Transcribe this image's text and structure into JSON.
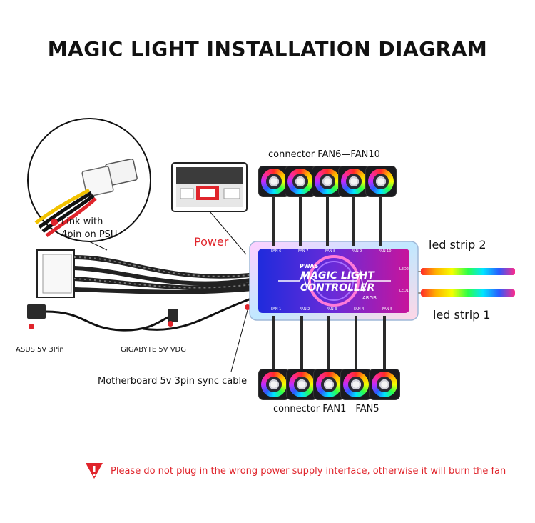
{
  "title": "MAGIC LIGHT INSTALLATION DIAGRAM",
  "labels": {
    "link_line1": "Link with",
    "link_line2": "4pin on PSU",
    "power": "Power",
    "connector_top": "connector  FAN6—FAN10",
    "connector_bottom": "connector  FAN1—FAN5",
    "led_strip_2": "led strip 2",
    "led_strip_1": "led strip 1",
    "asus": "ASUS 5V 3Pin",
    "gigabyte": "GIGABYTE 5V  VDG",
    "motherboard": "Motherboard 5v 3pin sync cable",
    "warning": "Please do not plug in the wrong power supply interface, otherwise it will burn the fan"
  },
  "controller": {
    "brand": "PWAS",
    "name_line1": "MAGIC LIGHT",
    "name_line2": "CONTROLLER",
    "model": "ARGB",
    "top_ports": [
      "FAN 6",
      "FAN 7",
      "FAN 8",
      "FAN 9",
      "FAN 10"
    ],
    "bottom_ports": [
      "FAN 1",
      "FAN 2",
      "FAN 3",
      "FAN 4",
      "FAN 5"
    ],
    "led_ports": [
      "LED2",
      "LED1"
    ]
  },
  "colors": {
    "accent_red": "#e0242b",
    "controller_purple": "#5b2bd8"
  },
  "icons": {
    "warning": "warning-triangle-icon",
    "fan": "rgb-fan-icon"
  }
}
